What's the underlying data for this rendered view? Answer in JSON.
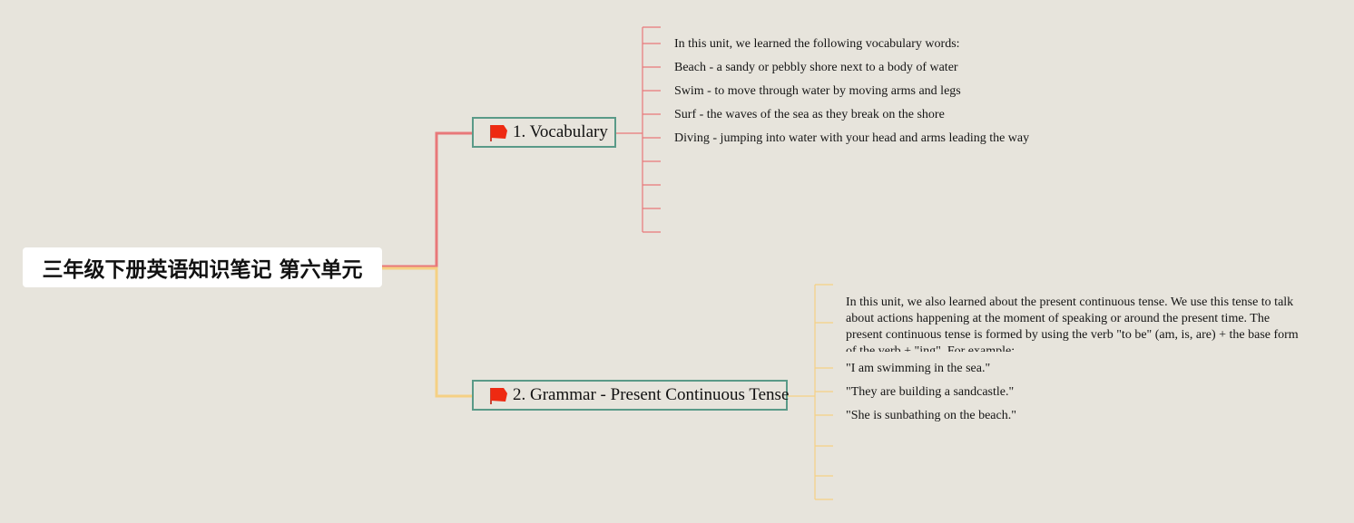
{
  "root": {
    "title": "三年级下册英语知识笔记 第六单元"
  },
  "colors": {
    "background": "#e7e4dc",
    "branch_vocabulary": "#e8787a",
    "branch_grammar": "#f5d084",
    "topic_border": "#5a9a88",
    "flag": "#ee2a12"
  },
  "topics": [
    {
      "label": "1. Vocabulary",
      "icon": "red-flag-icon",
      "leaves": [
        "In this unit, we learned the following vocabulary words:",
        "Beach - a sandy or pebbly shore next to a body of water",
        "Swim - to move through water by moving arms and legs",
        "Surf - the waves of the sea as they break on the shore",
        "Diving - jumping into water with your head and arms leading the way"
      ]
    },
    {
      "label": "2. Grammar - Present Continuous Tense",
      "icon": "red-flag-icon",
      "leaves": [
        "In this unit, we also learned about the present continuous tense. We use this tense to talk about actions happening at the moment of speaking or around the present time. The present continuous tense is formed by using the verb \"to be\" (am, is, are) + the base form of the verb + \"ing\". For example:",
        "\"I am swimming in the sea.\"",
        "\"They are building a sandcastle.\"",
        "\"She is sunbathing on the beach.\""
      ]
    }
  ]
}
